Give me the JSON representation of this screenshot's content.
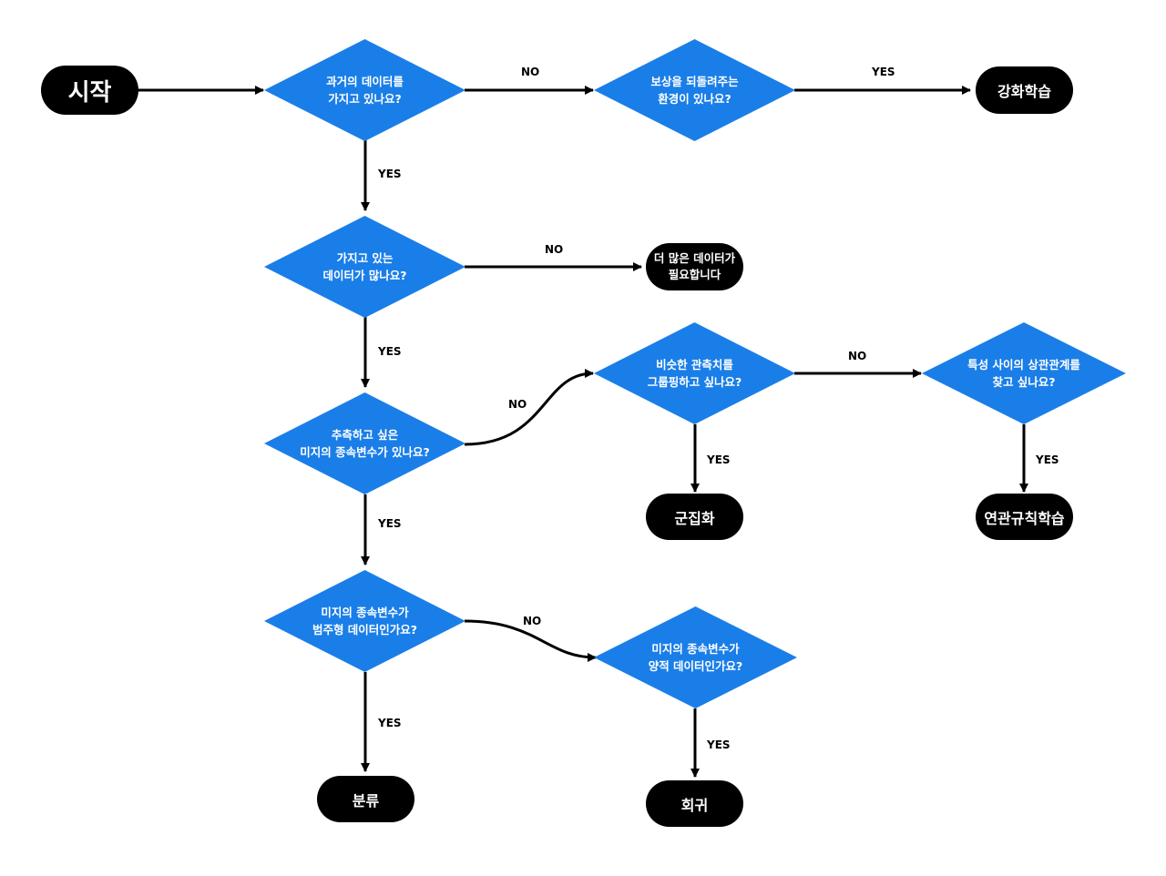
{
  "colors": {
    "decision": "#1a7ee8",
    "terminal": "#000000",
    "edge": "#000000"
  },
  "terminals": {
    "start": "시작",
    "reinforcement": "강화학습",
    "need_more_data": "더 많은 데이터가\n필요합니다",
    "clustering": "군집화",
    "association": "연관규칙학습",
    "classification": "분류",
    "regression": "회귀"
  },
  "decisions": {
    "past_data": "과거의 데이터를\n가지고 있나요?",
    "reward_env": "보상을 되돌려주는\n환경이 있나요?",
    "lots_of_data": "가지고 있는\n데이터가 많나요?",
    "grouping": "비슷한 관측치를\n그룹핑하고 싶나요?",
    "correlation": "특성 사이의 상관관계를\n찾고 싶나요?",
    "dependent_var": "추측하고 싶은\n미지의 종속변수가 있나요?",
    "categorical": "미지의 종속변수가\n범주형 데이터인가요?",
    "quantitative": "미지의 종속변수가\n양적 데이터인가요?"
  },
  "edge_labels": {
    "past_no": "NO",
    "reward_yes": "YES",
    "past_yes": "YES",
    "lots_no": "NO",
    "lots_yes": "YES",
    "dep_no": "NO",
    "group_no": "NO",
    "group_yes": "YES",
    "corr_yes": "YES",
    "dep_yes": "YES",
    "cat_no": "NO",
    "cat_yes": "YES",
    "quant_yes": "YES"
  }
}
